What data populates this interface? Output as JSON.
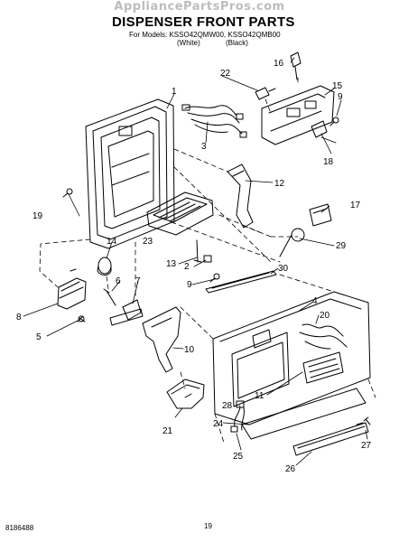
{
  "watermark": "AppliancePartsPros.com",
  "title": "DISPENSER FRONT PARTS",
  "models_line": "For Models: KSSO42QMW00, KSSO42QMB00",
  "variant_white": "(White)",
  "variant_black": "(Black)",
  "doc_number": "8186488",
  "page_number": "19",
  "callouts": [
    "1",
    "2",
    "3",
    "4",
    "5",
    "6",
    "7",
    "8",
    "9",
    "9",
    "9",
    "10",
    "11",
    "12",
    "13",
    "14",
    "15",
    "16",
    "17",
    "18",
    "19",
    "20",
    "21",
    "22",
    "23",
    "24",
    "25",
    "26",
    "27",
    "28",
    "29",
    "30"
  ]
}
